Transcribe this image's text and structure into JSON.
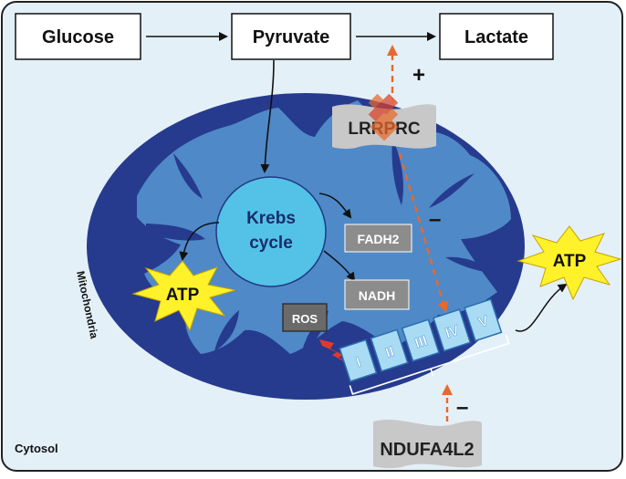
{
  "compartments": {
    "cytosol": "Cytosol",
    "mitochondria": "Mitochondria"
  },
  "metabolites": {
    "glucose": "Glucose",
    "pyruvate": "Pyruvate",
    "lactate": "Lactate"
  },
  "krebs": {
    "line1": "Krebs",
    "line2": "cycle"
  },
  "cofactors": {
    "fadh2": "FADH2",
    "nadh": "NADH",
    "ros": "ROS"
  },
  "atp": {
    "inner": "ATP",
    "outer": "ATP"
  },
  "complexes": [
    "I",
    "II",
    "III",
    "IV",
    "V"
  ],
  "proteins": {
    "lrrprc": "LRRPRC",
    "ndufa4l2": "NDUFA4L2"
  },
  "signs": {
    "lrrprc_lactate": "+",
    "lrrprc_complex_iv": "–",
    "ndufa4l2_complexes": "–"
  },
  "colors": {
    "cytosol_fill": "#e4f0f8",
    "mito_outer": "#263b8e",
    "mito_matrix": "#4f89c8",
    "krebs_fill": "#53c2e6",
    "complex_fill": "#a9dcf4",
    "complex_stroke": "#2a6fb2",
    "atp_fill": "#fff22a",
    "label_box": "#8c8c8c",
    "protein_fill": "#c8c8c8",
    "inhibit_arrow": "#e8692b",
    "ros_bolt": "#e23a2a"
  }
}
